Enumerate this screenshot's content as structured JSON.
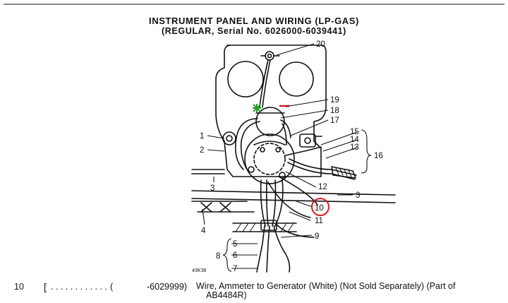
{
  "title": {
    "line1": "INSTRUMENT PANEL AND WIRING (LP-GAS)",
    "line2": "(REGULAR, Serial No. 6026000-6039441)"
  },
  "callouts": [
    "1",
    "2",
    "3",
    "4",
    "5",
    "6",
    "7",
    "8",
    "9",
    "10",
    "11",
    "12",
    "3",
    "13",
    "14",
    "15",
    "16",
    "17",
    "18",
    "19",
    "20"
  ],
  "figure_id": "43K38",
  "footer": {
    "item": "10",
    "bracket": "[",
    "dots": ". . . . . . . . . . . .",
    "paren": "(",
    "serial": "-6029999)",
    "description": "Wire, Ammeter to Generator (White) (Not Sold Separately) (Part of",
    "part_ref": "AB4484R)"
  },
  "colors": {
    "ink": "#111111",
    "highlight_circle": "#d42020",
    "green_mark": "#2a9a2a",
    "red_mark": "#d42020"
  }
}
